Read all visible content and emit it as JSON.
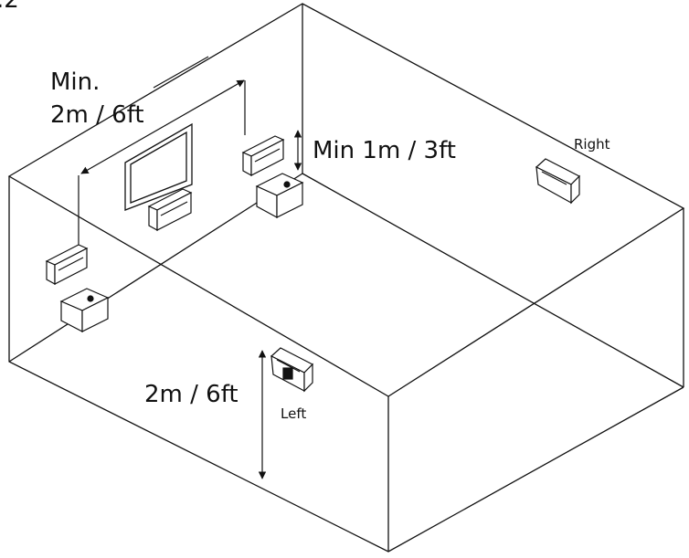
{
  "figure": {
    "corner_fragment": ".2"
  },
  "labels": {
    "min_line1": "Min.",
    "min_line2": "2m / 6ft",
    "min_height": "Min 1m / 3ft",
    "height": "2m / 6ft",
    "right": "Right",
    "left": "Left"
  },
  "colors": {
    "line": "#111111",
    "background": "#ffffff"
  }
}
